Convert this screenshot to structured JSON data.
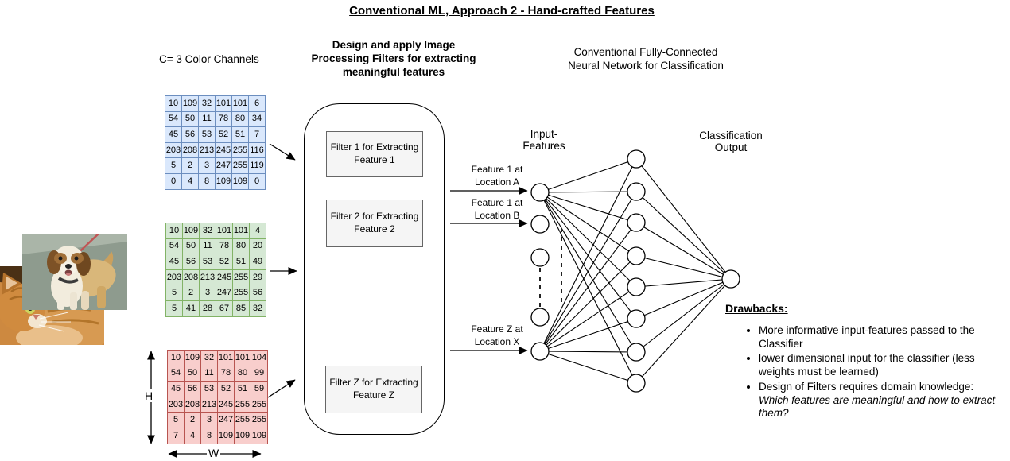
{
  "title": "Conventional ML, Approach 2 - Hand-crafted Features",
  "left_panel": {
    "channels_label": "C= 3 Color Channels",
    "h_label": "H",
    "w_label": "W",
    "photos": [
      "dog-photo",
      "cat-photo"
    ],
    "matrices": {
      "blue": [
        [
          "10",
          "109",
          "32",
          "101",
          "101",
          "6"
        ],
        [
          "54",
          "50",
          "11",
          "78",
          "80",
          "34"
        ],
        [
          "45",
          "56",
          "53",
          "52",
          "51",
          "7"
        ],
        [
          "203",
          "208",
          "213",
          "245",
          "255",
          "116"
        ],
        [
          "5",
          "2",
          "3",
          "247",
          "255",
          "119"
        ],
        [
          "0",
          "4",
          "8",
          "109",
          "109",
          "0"
        ]
      ],
      "green": [
        [
          "10",
          "109",
          "32",
          "101",
          "101",
          "4"
        ],
        [
          "54",
          "50",
          "11",
          "78",
          "80",
          "20"
        ],
        [
          "45",
          "56",
          "53",
          "52",
          "51",
          "49"
        ],
        [
          "203",
          "208",
          "213",
          "245",
          "255",
          "29"
        ],
        [
          "5",
          "2",
          "3",
          "247",
          "255",
          "56"
        ],
        [
          "5",
          "41",
          "28",
          "67",
          "85",
          "32"
        ]
      ],
      "red": [
        [
          "10",
          "109",
          "32",
          "101",
          "101",
          "104"
        ],
        [
          "54",
          "50",
          "11",
          "78",
          "80",
          "99"
        ],
        [
          "45",
          "56",
          "53",
          "52",
          "51",
          "59"
        ],
        [
          "203",
          "208",
          "213",
          "245",
          "255",
          "255"
        ],
        [
          "5",
          "2",
          "3",
          "247",
          "255",
          "255"
        ],
        [
          "7",
          "4",
          "8",
          "109",
          "109",
          "109"
        ]
      ]
    }
  },
  "filters_panel": {
    "heading": "Design and apply Image\nProcessing Filters for extracting\nmeaningful features",
    "boxes": [
      "Filter 1 for Extracting\nFeature 1",
      "Filter 2 for Extracting\nFeature 2",
      "Filter Z for Extracting\nFeature Z"
    ]
  },
  "network_panel": {
    "heading": "Conventional Fully-Connected\nNeural Network for Classification",
    "input_label": "Input-\nFeatures",
    "output_label": "Classification\nOutput",
    "edge_labels": [
      "Feature 1 at\nLocation A",
      "Feature 1 at\nLocation B",
      "Feature Z at\nLocation X"
    ],
    "input_node_count": 5,
    "hidden_node_count": 8,
    "output_node_count": 1
  },
  "drawbacks": {
    "heading": "Drawbacks:",
    "items": [
      {
        "text": "More informative input-features passed to the Classifier",
        "italic": ""
      },
      {
        "text": "lower dimensional input for the classifier (less weights must be learned)",
        "italic": ""
      },
      {
        "text": "Design of Filters requires domain knowledge:",
        "italic": "Which features are meaningful and how to extract them?"
      }
    ]
  },
  "colors": {
    "blue_fill": "#dae8fc",
    "blue_border": "#6c8ebf",
    "green_fill": "#d5e8d4",
    "green_border": "#82b366",
    "red_fill": "#f8cecc",
    "red_border": "#b85450",
    "filter_box_fill": "#f5f5f5",
    "filter_box_border": "#666666",
    "line_color": "#000000"
  }
}
